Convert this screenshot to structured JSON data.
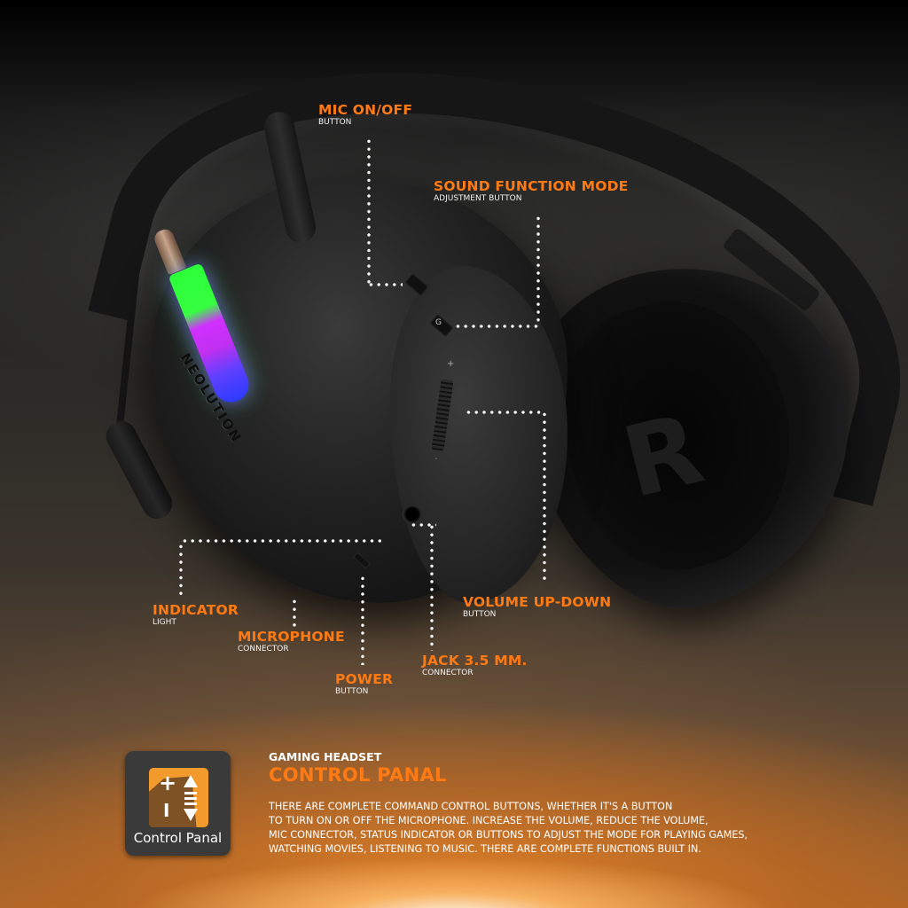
{
  "product": {
    "brand_engraving": "NEOLUTION",
    "earcup_logo": "R"
  },
  "callouts": [
    {
      "id": "mic-on-off",
      "title": "MIC ON/OFF",
      "subtitle": "BUTTON"
    },
    {
      "id": "sound-function-mode",
      "title": "SOUND FUNCTION MODE",
      "subtitle": "ADJUSTMENT BUTTON"
    },
    {
      "id": "volume-up-down",
      "title": "VOLUME UP-DOWN",
      "subtitle": "BUTTON"
    },
    {
      "id": "indicator",
      "title": "INDICATOR",
      "subtitle": "LIGHT"
    },
    {
      "id": "microphone",
      "title": "MICROPHONE",
      "subtitle": "CONNECTOR"
    },
    {
      "id": "power",
      "title": "POWER",
      "subtitle": "BUTTON"
    },
    {
      "id": "jack",
      "title": "JACK 3.5 MM.",
      "subtitle": "CONNECTOR"
    }
  ],
  "device_markings": {
    "volume_plus": "+",
    "volume_minus": "-",
    "mode_button": "G"
  },
  "panel": {
    "icon": {
      "name": "control-panel-icon",
      "label": "Control Panal",
      "plus": "+",
      "minus": "I",
      "tile_color": "#3a3a3a",
      "accent_color": "#f39a2c"
    },
    "kicker": "GAMING HEADSET",
    "title": "CONTROL PANAL",
    "body_lines": [
      "THERE ARE COMPLETE COMMAND CONTROL BUTTONS, WHETHER IT'S A BUTTON",
      "TO TURN ON OR OFF THE MICROPHONE. INCREASE THE VOLUME, REDUCE THE VOLUME,",
      "MIC CONNECTOR, STATUS INDICATOR OR BUTTONS TO ADJUST THE MODE FOR PLAYING GAMES,",
      "WATCHING MOVIES, LISTENING TO MUSIC. THERE ARE COMPLETE FUNCTIONS BUILT IN."
    ]
  },
  "colors": {
    "accent_orange": "#ff7a12",
    "text_white": "#f2f2f2",
    "leader_dots": "#ffffff"
  }
}
